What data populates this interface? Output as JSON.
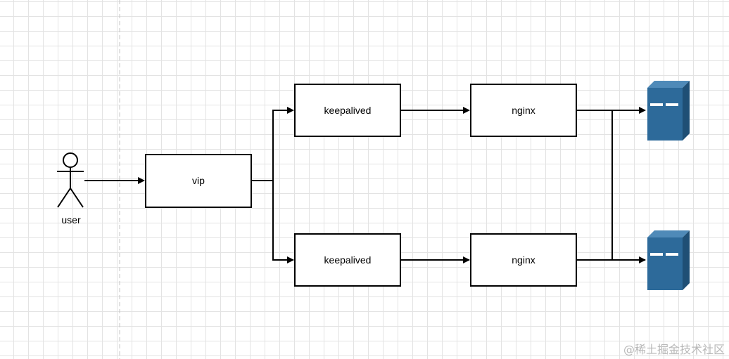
{
  "nodes": {
    "user": "user",
    "vip": "vip",
    "keepalived_top": "keepalived",
    "keepalived_bottom": "keepalived",
    "nginx_top": "nginx",
    "nginx_bottom": "nginx"
  },
  "icons": {
    "actor": "stick-figure-icon",
    "server": "server-tower-icon"
  },
  "colors": {
    "server": "#2d6a9a",
    "server_dark": "#1f4f75",
    "line": "#000000"
  },
  "watermark": "@稀土掘金技术社区"
}
